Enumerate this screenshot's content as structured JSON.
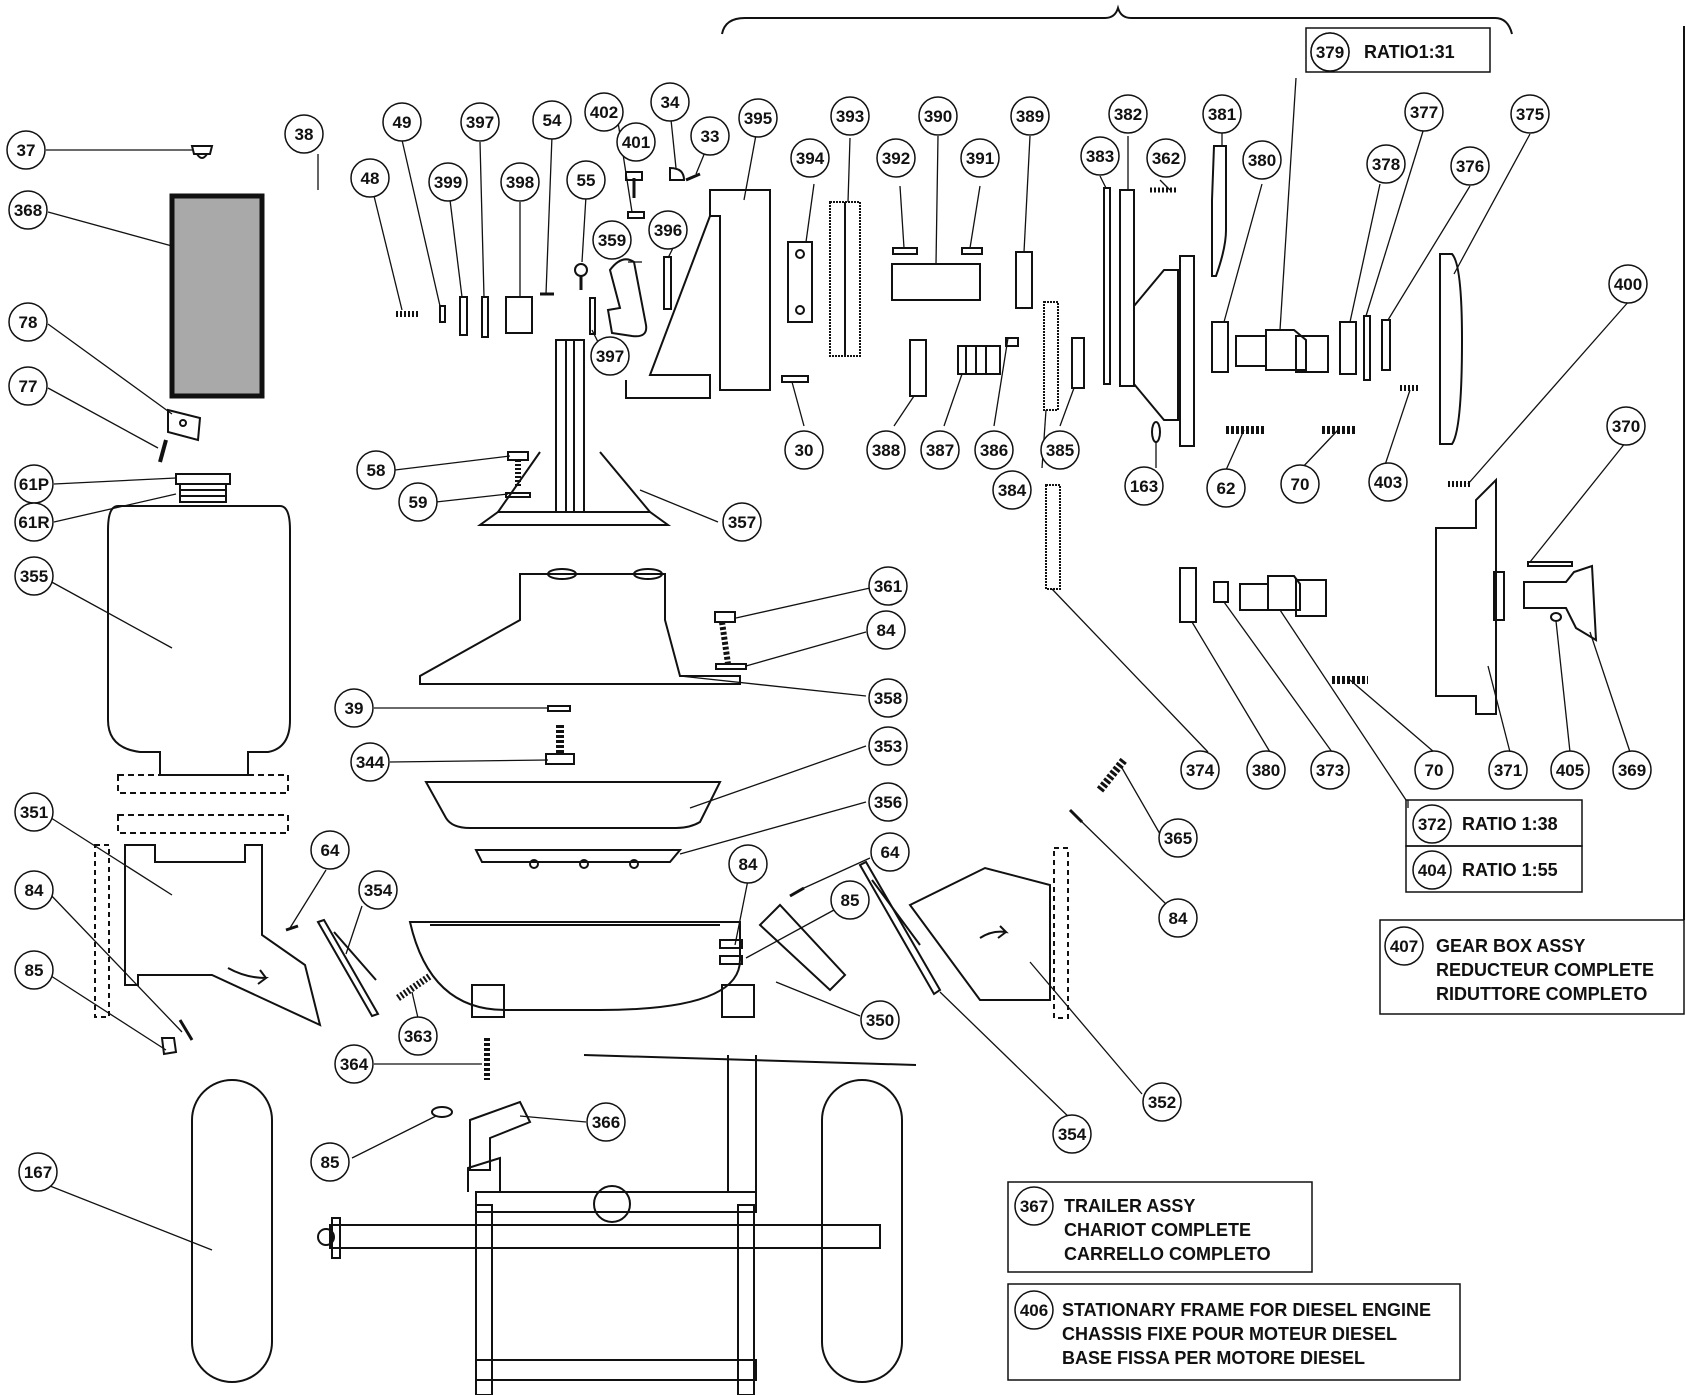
{
  "callouts": [
    "37",
    "368",
    "78",
    "77",
    "61P",
    "61R",
    "355",
    "351",
    "84",
    "85",
    "167",
    "38",
    "48",
    "49",
    "397",
    "399",
    "398",
    "54",
    "55",
    "402",
    "401",
    "34",
    "33",
    "395",
    "359",
    "396",
    "397",
    "58",
    "59",
    "357",
    "361",
    "84",
    "358",
    "39",
    "344",
    "353",
    "356",
    "64",
    "354",
    "363",
    "364",
    "85",
    "366",
    "84",
    "64",
    "85",
    "350",
    "354",
    "352",
    "365",
    "84",
    "393",
    "394",
    "30",
    "392",
    "390",
    "391",
    "389",
    "388",
    "387",
    "386",
    "385",
    "384",
    "374",
    "383",
    "382",
    "362",
    "381",
    "380",
    "379",
    "378",
    "377",
    "376",
    "375",
    "400",
    "370",
    "163",
    "62",
    "70",
    "403",
    "380",
    "373",
    "70",
    "371",
    "405",
    "369"
  ],
  "legend_boxes": {
    "ratio_379": {
      "num": "379",
      "label": "RATIO1:31"
    },
    "ratio_372": {
      "num": "372",
      "label": "RATIO 1:38"
    },
    "ratio_404": {
      "num": "404",
      "label": "RATIO 1:55"
    },
    "gearbox_407": {
      "num": "407",
      "lines": [
        "GEAR BOX ASSY",
        "REDUCTEUR COMPLETE",
        "RIDUTTORE COMPLETO"
      ]
    },
    "trailer_367": {
      "num": "367",
      "lines": [
        "TRAILER ASSY",
        "CHARIOT COMPLETE",
        "CARRELLO COMPLETO"
      ]
    },
    "frame_406": {
      "num": "406",
      "lines": [
        "STATIONARY FRAME FOR DIESEL ENGINE",
        "CHASSIS FIXE POUR  MOTEUR DIESEL",
        "BASE FISSA PER MOTORE DIESEL"
      ]
    }
  },
  "colors": {
    "ink": "#111111",
    "panel": "#a9a9a9",
    "background": "#ffffff"
  }
}
